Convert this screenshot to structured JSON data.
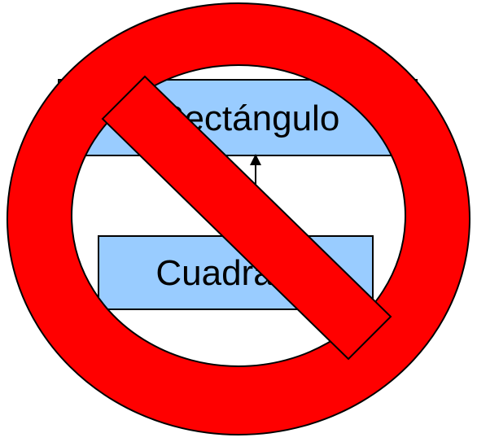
{
  "diagram": {
    "parent_class": {
      "label": "Rectángulo"
    },
    "child_class": {
      "label": "Cuadrado"
    },
    "relation": "inheritance",
    "box_fill": "#99ccff",
    "box_stroke": "#000000"
  },
  "prohibition_sign": {
    "color": "#ff0000",
    "stroke": "#000000"
  }
}
